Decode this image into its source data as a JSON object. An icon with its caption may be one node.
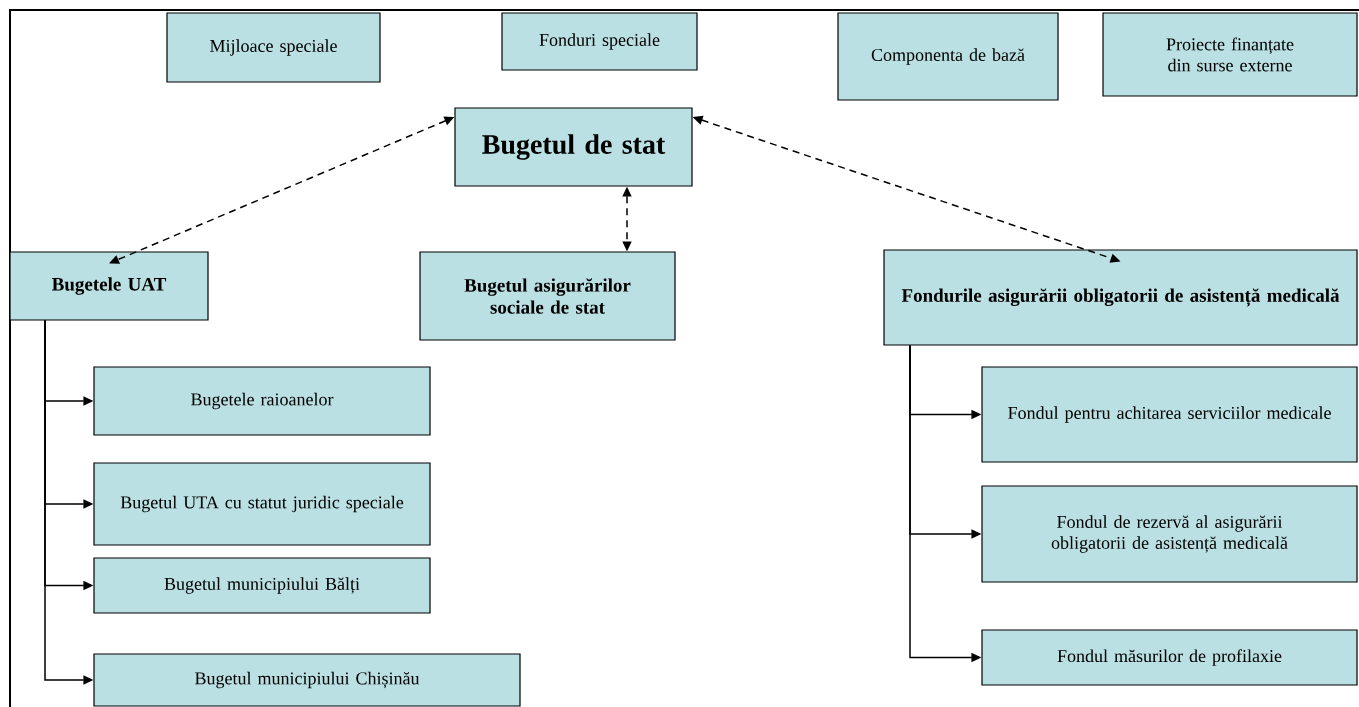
{
  "diagram": {
    "nodes": [
      {
        "text": [
          "Mijloace speciale"
        ]
      },
      {
        "text": [
          "Fonduri speciale"
        ]
      },
      {
        "text": [
          "Componenta de bază"
        ]
      },
      {
        "text": [
          "Proiecte finanțate din surse externe"
        ]
      },
      {
        "text": [
          "Bugetul de stat"
        ]
      },
      {
        "text": [
          "Bugetele UAT"
        ]
      },
      {
        "text": [
          "Bugetul asigurărilor sociale de stat"
        ]
      },
      {
        "text": [
          "Fondurile asigurării obligatorii de asistență medicală"
        ]
      },
      {
        "text": [
          "Bugetele raioanelor"
        ]
      },
      {
        "text": [
          "Bugetul UTA cu statut juridic speciale"
        ]
      },
      {
        "text": [
          "Bugetul municipiului Bălți"
        ]
      },
      {
        "text": [
          "Bugetul municipiului Chișinău"
        ]
      },
      {
        "text": [
          "Fondul pentru achitarea serviciilor medicale"
        ]
      },
      {
        "text": [
          "Fondul de rezervă al asigurării obligatorii de asistență medicală"
        ]
      },
      {
        "text": [
          "Fondul măsurilor de profilaxie"
        ]
      }
    ],
    "edges": [
      {
        "from": 4,
        "to": 5,
        "arrow": "both",
        "style": "dashed"
      },
      {
        "from": 4,
        "to": 6,
        "arrow": "both",
        "style": "dashed"
      },
      {
        "from": 4,
        "to": 7,
        "arrow": "both",
        "style": "dashed"
      },
      {
        "from": 5,
        "to": 8,
        "arrow": "to"
      },
      {
        "from": 5,
        "to": 9,
        "arrow": "to"
      },
      {
        "from": 5,
        "to": 10,
        "arrow": "to"
      },
      {
        "from": 5,
        "to": 11,
        "arrow": "to"
      },
      {
        "from": 7,
        "to": 12,
        "arrow": "to"
      },
      {
        "from": 7,
        "to": 13,
        "arrow": "to"
      },
      {
        "from": 7,
        "to": 14,
        "arrow": "to"
      }
    ]
  }
}
